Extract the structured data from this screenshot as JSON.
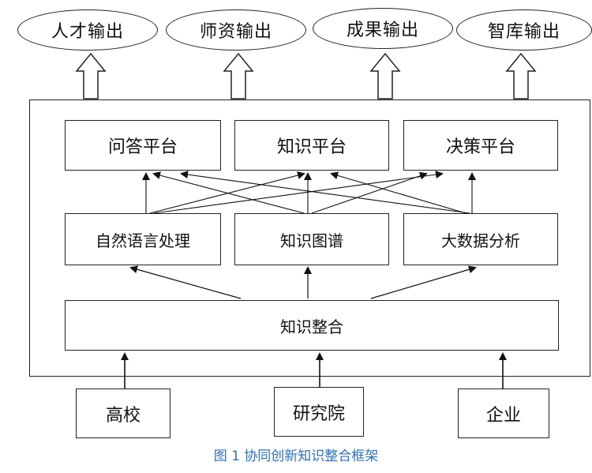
{
  "outputs": [
    "人才输出",
    "师资输出",
    "成果输出",
    "智库输出"
  ],
  "platforms": [
    "问答平台",
    "知识平台",
    "决策平台"
  ],
  "technologies": [
    "自然语言处理",
    "知识图谱",
    "大数据分析"
  ],
  "integration": "知识整合",
  "sources": [
    "高校",
    "研究院",
    "企业"
  ],
  "caption": "图 1 协同创新知识整合框架"
}
